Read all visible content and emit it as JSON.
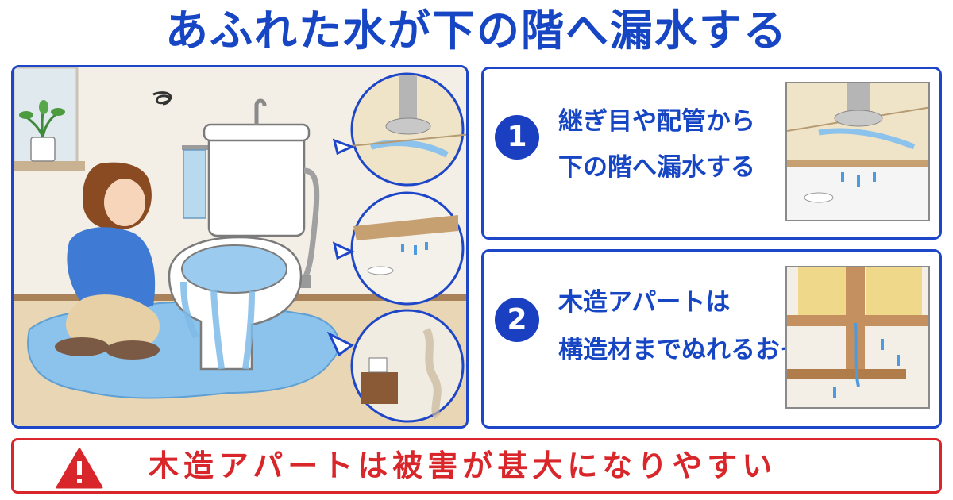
{
  "title": "あふれた水が下の階へ漏水する",
  "cards": [
    {
      "number": "1",
      "line1": "継ぎ目や配管から",
      "line2": "下の階へ漏水する",
      "image_icon": "pipe-leak-icon"
    },
    {
      "number": "2",
      "line1": "木造アパートは",
      "line2": "構造材までぬれるおそれ",
      "image_icon": "wood-frame-wet-icon"
    }
  ],
  "banner": {
    "text": "木造アパートは被害が甚大になりやすい",
    "icon": "warning-icon"
  },
  "colors": {
    "title_blue": "#1646c4",
    "frame_blue": "#1e46c8",
    "badge_blue": "#1a3fc0",
    "warning_red": "#d8262a",
    "water_blue": "#8cc3ec"
  }
}
